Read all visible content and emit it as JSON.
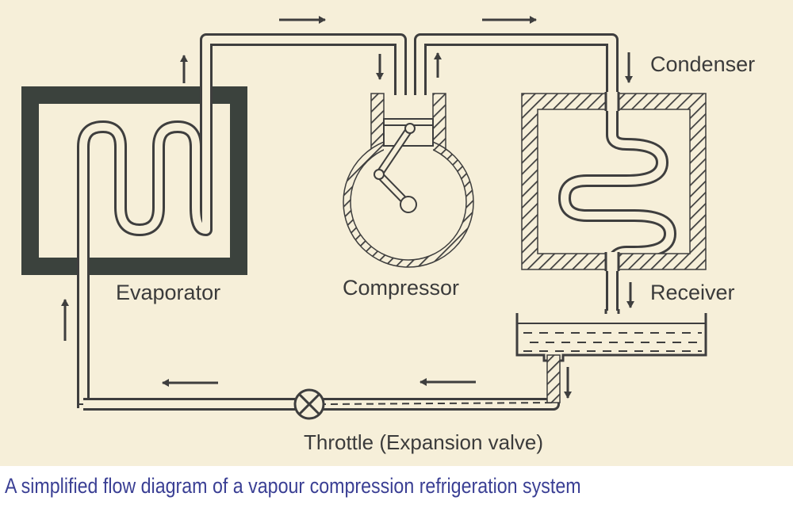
{
  "colors": {
    "paper": "#f6efd9",
    "ink": "#3e3e3e",
    "insulation": "#3b423d",
    "caption": "#3a3f94"
  },
  "labels": {
    "condenser": "Condenser",
    "receiver": "Receiver",
    "evaporator": "Evaporator",
    "compressor": "Compressor",
    "throttle": "Throttle (Expansion valve)"
  },
  "caption": "A simplified flow diagram of a vapour compression refrigeration system"
}
